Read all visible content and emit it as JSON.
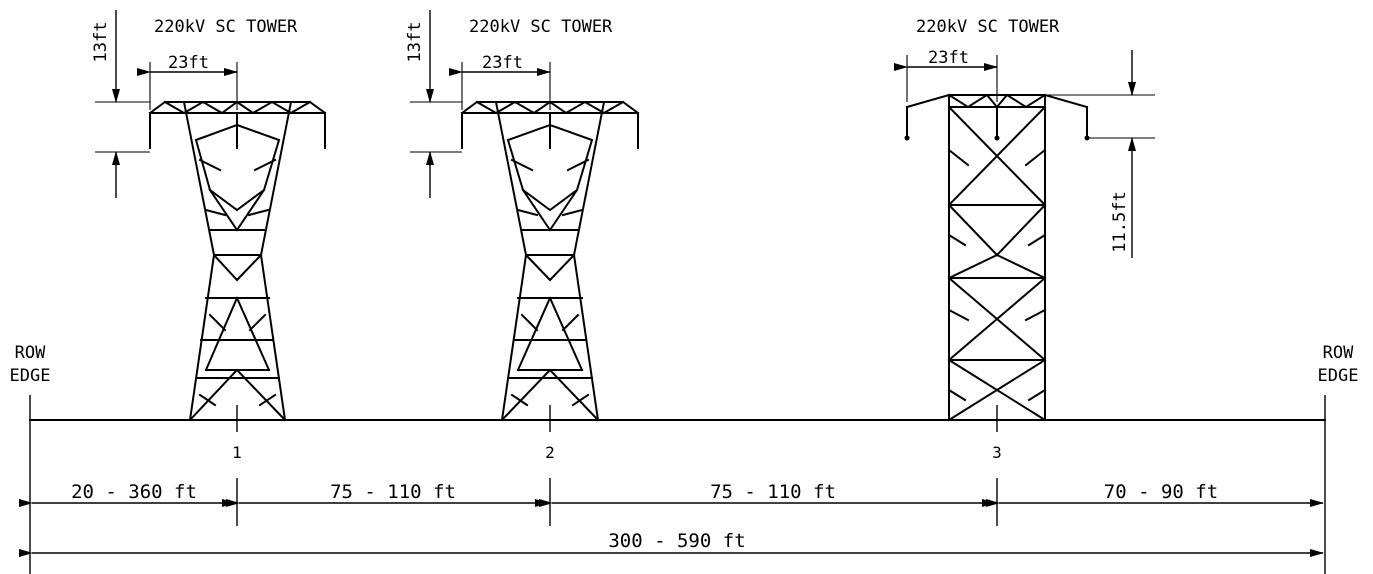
{
  "row_edge_left": [
    "ROW",
    "EDGE"
  ],
  "row_edge_right": [
    "ROW",
    "EDGE"
  ],
  "towers": [
    {
      "number": "1",
      "title": "220kV SC TOWER",
      "crossarm_width": "23ft",
      "vertical": "13ft"
    },
    {
      "number": "2",
      "title": "220kV SC TOWER",
      "crossarm_width": "23ft",
      "vertical": "13ft"
    },
    {
      "number": "3",
      "title": "220kV SC TOWER",
      "crossarm_width": "23ft",
      "vertical": "11.5ft"
    }
  ],
  "spacing": [
    "20 - 360 ft",
    "75 - 110 ft",
    "75 - 110 ft",
    "70 - 90 ft"
  ],
  "total_width": "300 - 590 ft"
}
